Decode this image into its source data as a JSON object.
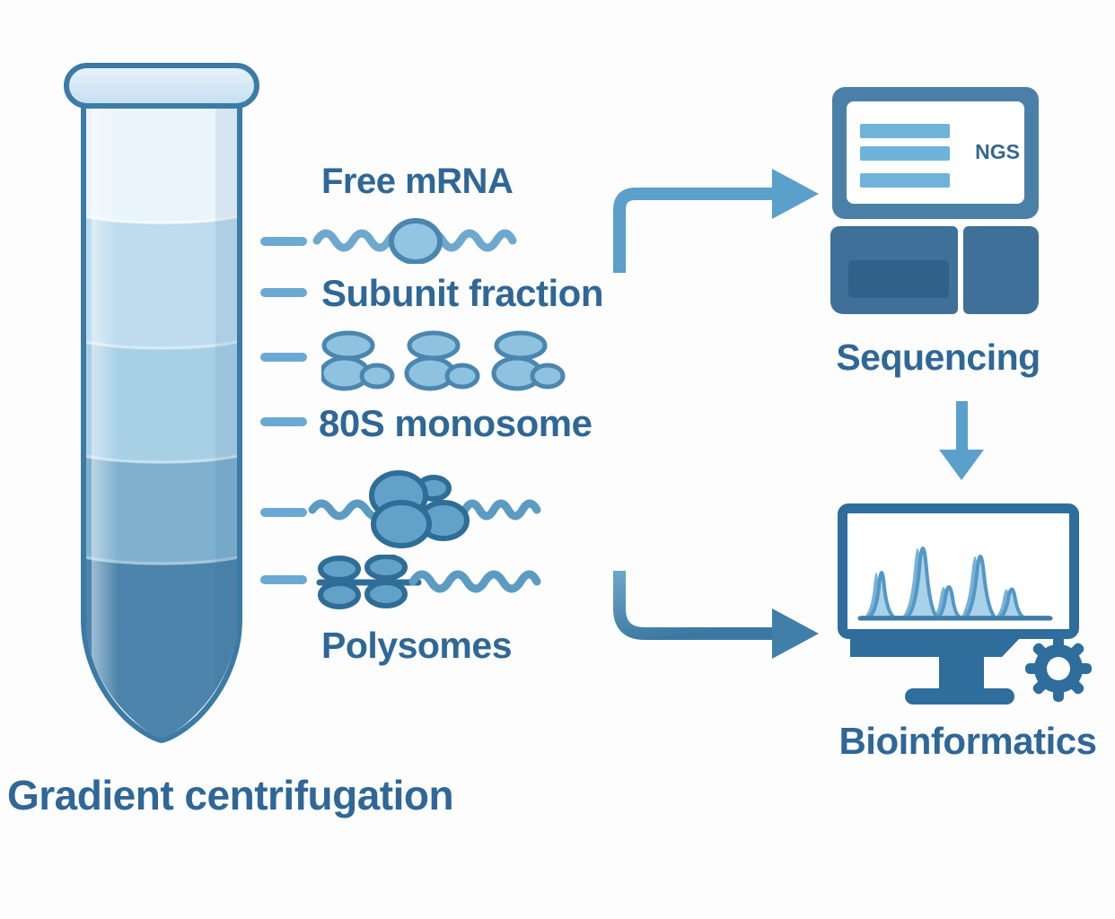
{
  "tube": {
    "caption": "Gradient centrifugation",
    "layer_colors": [
      "#EAF4FB",
      "#BEDCEE",
      "#A8D0E5",
      "#7FB1CF",
      "#4C84AB"
    ]
  },
  "fractions": [
    {
      "label": "Free mRNA",
      "icon": "free-mrna-icon"
    },
    {
      "label": "Subunit fraction",
      "icon": "ribosome-subunits-icon"
    },
    {
      "label": "80S monosome",
      "icon": "monosome-icon"
    },
    {
      "label": "Polysomes",
      "icon": "polysome-icon"
    }
  ],
  "sequencer": {
    "badge": "NGS",
    "label": "Sequencing"
  },
  "bioinformatics": {
    "label": "Bioinformatics",
    "profile_peaks": [
      62,
      97,
      43,
      85,
      40
    ]
  },
  "colors": {
    "outline": "#3B7BA5",
    "text": "#2F6796",
    "arrow": "#5B9FCB",
    "arrow_dark": "#3F7FA8",
    "tick": "#69A9D3",
    "device": "#4A80A8",
    "device_dark": "#3E7099",
    "monitor_frame": "#2E6D9C",
    "screen_bars": "#6FB3D9"
  }
}
